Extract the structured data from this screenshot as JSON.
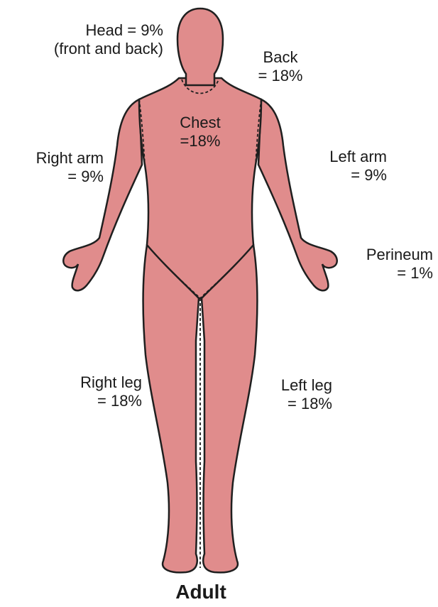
{
  "colors": {
    "skin": "#e08c8c",
    "outline": "#1f1f1f",
    "text": "#1a1a1a",
    "background": "#ffffff"
  },
  "labels": {
    "head": {
      "line1": "Head = 9%",
      "line2": "(front and back)"
    },
    "back": {
      "line1": "Back",
      "line2": "= 18%"
    },
    "chest": {
      "line1": "Chest",
      "line2": "=18%"
    },
    "right_arm": {
      "line1": "Right arm",
      "line2": "= 9%"
    },
    "left_arm": {
      "line1": "Left arm",
      "line2": "= 9%"
    },
    "perineum": {
      "line1": "Perineum",
      "line2": "= 1%"
    },
    "right_leg": {
      "line1": "Right leg",
      "line2": "= 18%"
    },
    "left_leg": {
      "line1": "Left leg",
      "line2": "= 18%"
    }
  },
  "caption": "Adult"
}
